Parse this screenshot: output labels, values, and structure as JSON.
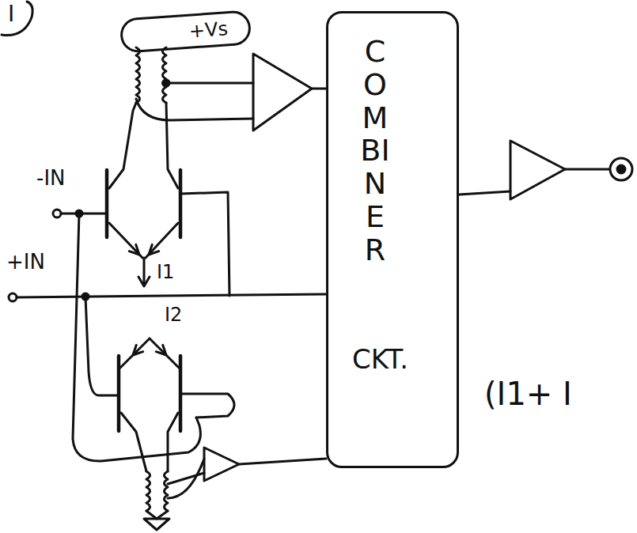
{
  "diagram": {
    "nodes": [
      {
        "text": [
          "+Vs"
        ]
      },
      {
        "text": [
          "COMBINER",
          "CKT."
        ]
      }
    ],
    "labels": [
      "I",
      "-IN",
      "I1",
      "+IN",
      "I2",
      "(I1+ I"
    ]
  }
}
